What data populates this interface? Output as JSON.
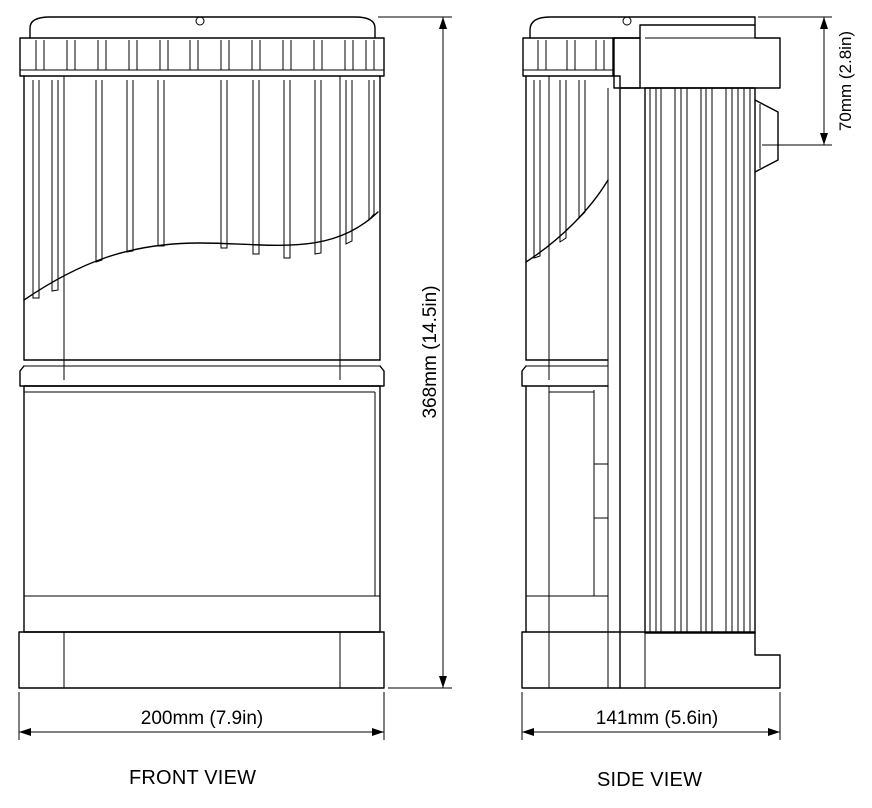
{
  "views": {
    "front": {
      "caption": "FRONT VIEW"
    },
    "side": {
      "caption": "SIDE VIEW"
    }
  },
  "dimensions": {
    "width": "200mm (7.9in)",
    "height": "368mm (14.5in)",
    "depth": "141mm (5.6in)",
    "handle": "70mm (2.8in)"
  }
}
